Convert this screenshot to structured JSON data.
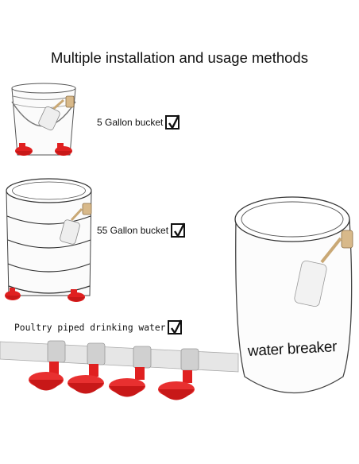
{
  "title": "Multiple installation and usage methods",
  "labels": {
    "bucket5": "5 Gallon bucket",
    "bucket55": "55 Gallon bucket",
    "poultry": "Poultry piped drinking water"
  },
  "barrel_text": "water breaker",
  "colors": {
    "cup_red": "#e02020",
    "valve_tan": "#d8b98a",
    "float_white": "#f2f2f2",
    "pipe_gray": "#d8d8d8",
    "outline": "#333333"
  },
  "icons": {
    "check": "checkbox-check-icon"
  }
}
